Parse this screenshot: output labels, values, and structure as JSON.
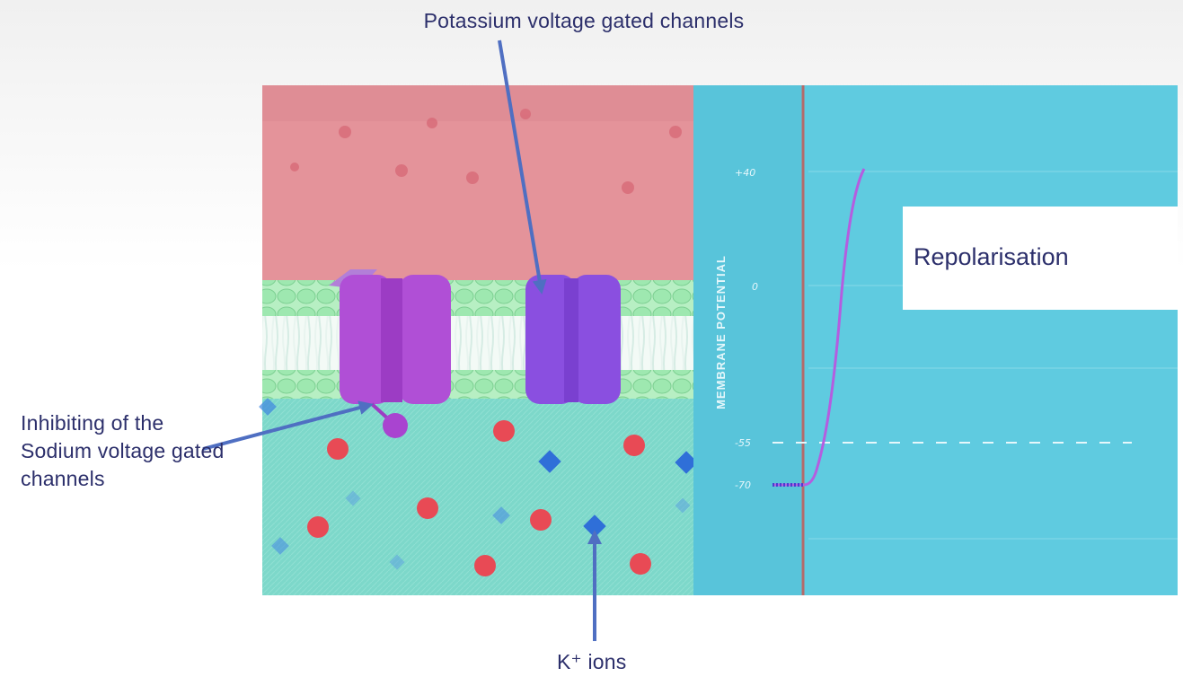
{
  "labels": {
    "potassium_channels": "Potassium voltage gated channels",
    "sodium_inhibition": "Inhibiting of the Sodium voltage gated channels",
    "k_ions": "K⁺ ions",
    "repolarisation": "Repolarisation"
  },
  "graph": {
    "axis_title": "MEMBRANE POTENTIAL",
    "ticks": [
      "+40",
      "0",
      "-55",
      "-70"
    ]
  },
  "colors": {
    "extracellular": "#e4939a",
    "intracellular": "#7fd9cc",
    "graph_bg": "#5fcbe0",
    "sodium_channel": "#b04fd6",
    "potassium_channel": "#8a4fe0",
    "sodium_ion": "#e84a55",
    "potassium_ion": "#2f6fd8",
    "arrow": "#4f6fc2",
    "trace": "#b45de0"
  },
  "icons": [
    "arrow-icon",
    "sodium-ion-icon",
    "potassium-ion-icon"
  ]
}
